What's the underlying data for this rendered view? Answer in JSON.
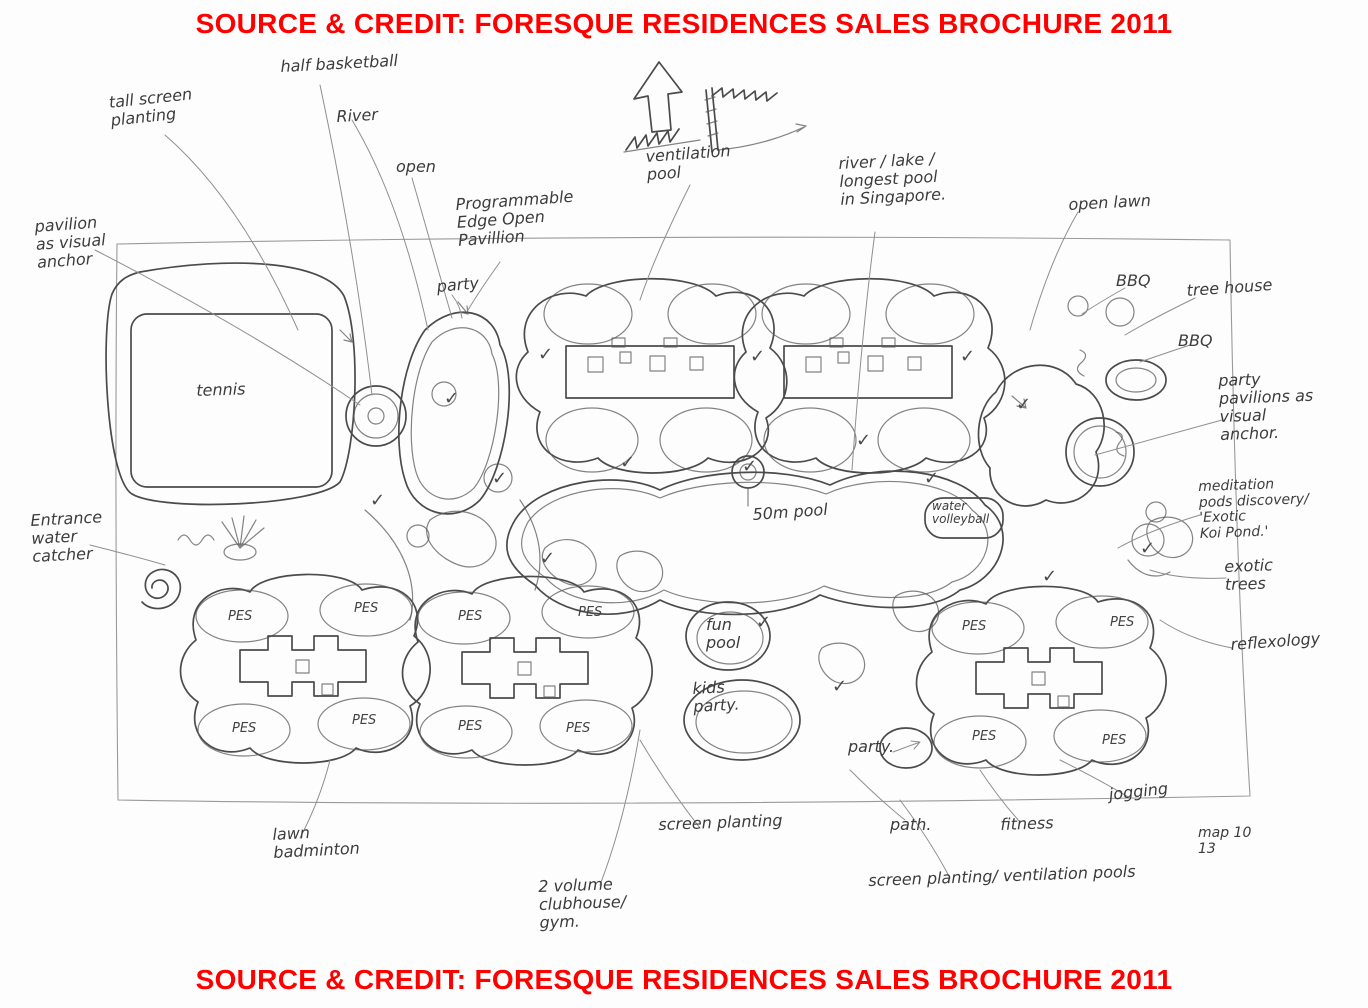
{
  "banner": {
    "text": "SOURCE & CREDIT: FORESQUE RESIDENCES SALES BROCHURE 2011"
  },
  "colors": {
    "banner_red": "#fe0000",
    "ink": "#4b4b4b"
  },
  "glyphs": {
    "check": "✓"
  },
  "labels": {
    "tall_screen_planting": "tall screen\nplanting",
    "half_basketball": "half basketball",
    "river": "River",
    "open": "open",
    "programmable_pavillion": "Programmable\nEdge Open\nPavillion",
    "party_small": "party",
    "ventilation_pool": "ventilation\npool",
    "river_lake": "river / lake /\nlongest pool\nin Singapore.",
    "open_lawn": "open lawn",
    "bbq1": "BBQ",
    "tree_house": "tree house",
    "bbq2": "BBQ",
    "party_pavilions": "party\npavilions as\nvisual\nanchor.",
    "meditation": "meditation\npods discovery/\n'Exotic\nKoi Pond.'",
    "exotic_trees": "exotic\ntrees",
    "reflexology": "reflexology",
    "pavilion_anchor": "pavilion\nas visual\nanchor",
    "tennis": "tennis",
    "entrance_water_catcher": "Entrance\nwater\ncatcher",
    "pool_50m": "50m pool",
    "water_volleyball": "water\nvolleyball",
    "fun_pool": "fun\npool",
    "kids_party": "kids\nparty.",
    "party2": "party.",
    "lawn_badminton": "lawn\nbadminton",
    "screen_planting": "screen planting",
    "path": "path.",
    "fitness": "fitness",
    "jogging": "jogging",
    "clubhouse": "2 volume\nclubhouse/\ngym.",
    "screen_planting_ventilation": "screen planting/ ventilation pools",
    "map10": "map 10\n13",
    "pes": "PES"
  }
}
